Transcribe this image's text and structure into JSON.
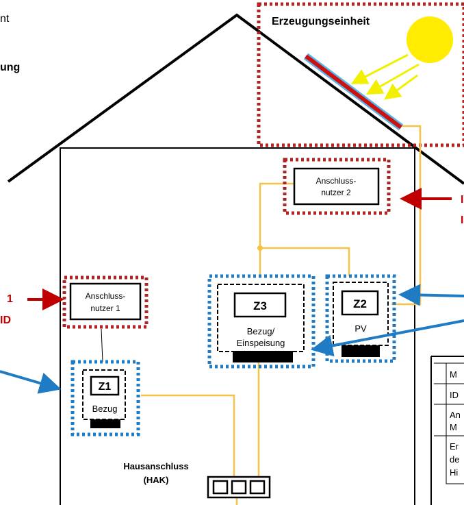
{
  "colors": {
    "red_dotted": "#b22222",
    "blue_dotted": "#1f7bc4",
    "wire": "#f5c242",
    "sun": "#ffec00",
    "ray": "#f0f000",
    "panel_fill": "#cc1111",
    "panel_border": "#5ab4e8",
    "arrow_red": "#c00000",
    "arrow_blue": "#1f7bc4"
  },
  "left_text": {
    "line1_partial": "nt",
    "line2_partial": "ung"
  },
  "generation": {
    "title": "Erzeugungseinheit"
  },
  "users": {
    "user2_line1": "Anschluss-",
    "user2_line2": "nutzer 2",
    "user1_line1": "Anschluss-",
    "user1_line2": "nutzer 1"
  },
  "left_labels": {
    "num": "1",
    "id": "ID"
  },
  "right_labels": {
    "a": "I",
    "b": "I"
  },
  "meters": {
    "z1": {
      "id": "Z1",
      "label": "Bezug"
    },
    "z2": {
      "id": "Z2",
      "label": "PV"
    },
    "z3": {
      "id": "Z3",
      "label_line1": "Bezug/",
      "label_line2": "Einspeisung"
    }
  },
  "hak": {
    "line1": "Hausanschluss",
    "line2": "(HAK)"
  },
  "table_partial": {
    "row1": "M",
    "row2": "ID",
    "row3_line1": "An",
    "row3_line2": "M",
    "row4_line1": "Er",
    "row4_line2": "de",
    "row4_line3": "Hi"
  }
}
